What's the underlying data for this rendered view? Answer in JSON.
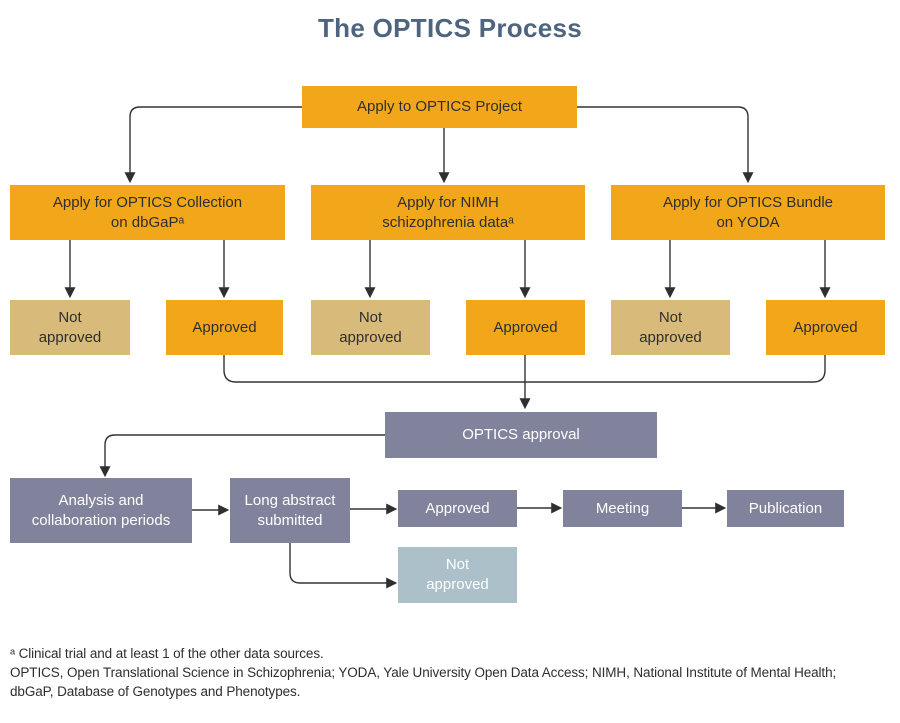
{
  "title": "The OPTICS Process",
  "colors": {
    "orange": "#F2A71B",
    "tan": "#D8BB7B",
    "slate": "#80839B",
    "pale": "#ABC0C8",
    "title": "#4E657F",
    "line": "#333333"
  },
  "flowchart": {
    "nodes": {
      "apply_project": {
        "label": "Apply to OPTICS Project"
      },
      "collection": {
        "line1": "Apply for OPTICS Collection",
        "line2": "on dbGaPᵃ"
      },
      "nimh": {
        "line1": "Apply for NIMH",
        "line2": "schizophrenia dataᵃ"
      },
      "bundle": {
        "line1": "Apply for OPTICS Bundle",
        "line2": "on YODA"
      },
      "not_approved_1": {
        "line1": "Not",
        "line2": "approved"
      },
      "approved_1": {
        "label": "Approved"
      },
      "not_approved_2": {
        "line1": "Not",
        "line2": "approved"
      },
      "approved_2": {
        "label": "Approved"
      },
      "not_approved_3": {
        "line1": "Not",
        "line2": "approved"
      },
      "approved_3": {
        "label": "Approved"
      },
      "optics_approval": {
        "label": "OPTICS approval"
      },
      "analysis": {
        "line1": "Analysis and",
        "line2": "collaboration periods"
      },
      "long_abstract": {
        "line1": "Long abstract",
        "line2": "submitted"
      },
      "approved_final": {
        "label": "Approved"
      },
      "meeting": {
        "label": "Meeting"
      },
      "publication": {
        "label": "Publication"
      },
      "not_approved_final": {
        "line1": "Not",
        "line2": "approved"
      }
    }
  },
  "footnotes": {
    "line1": "ᵃ Clinical trial and at least 1 of the other data sources.",
    "line2": "OPTICS, Open Translational Science in Schizophrenia; YODA, Yale University Open Data Access; NIMH, National Institute of Mental Health;",
    "line3": "dbGaP, Database of Genotypes and Phenotypes."
  }
}
